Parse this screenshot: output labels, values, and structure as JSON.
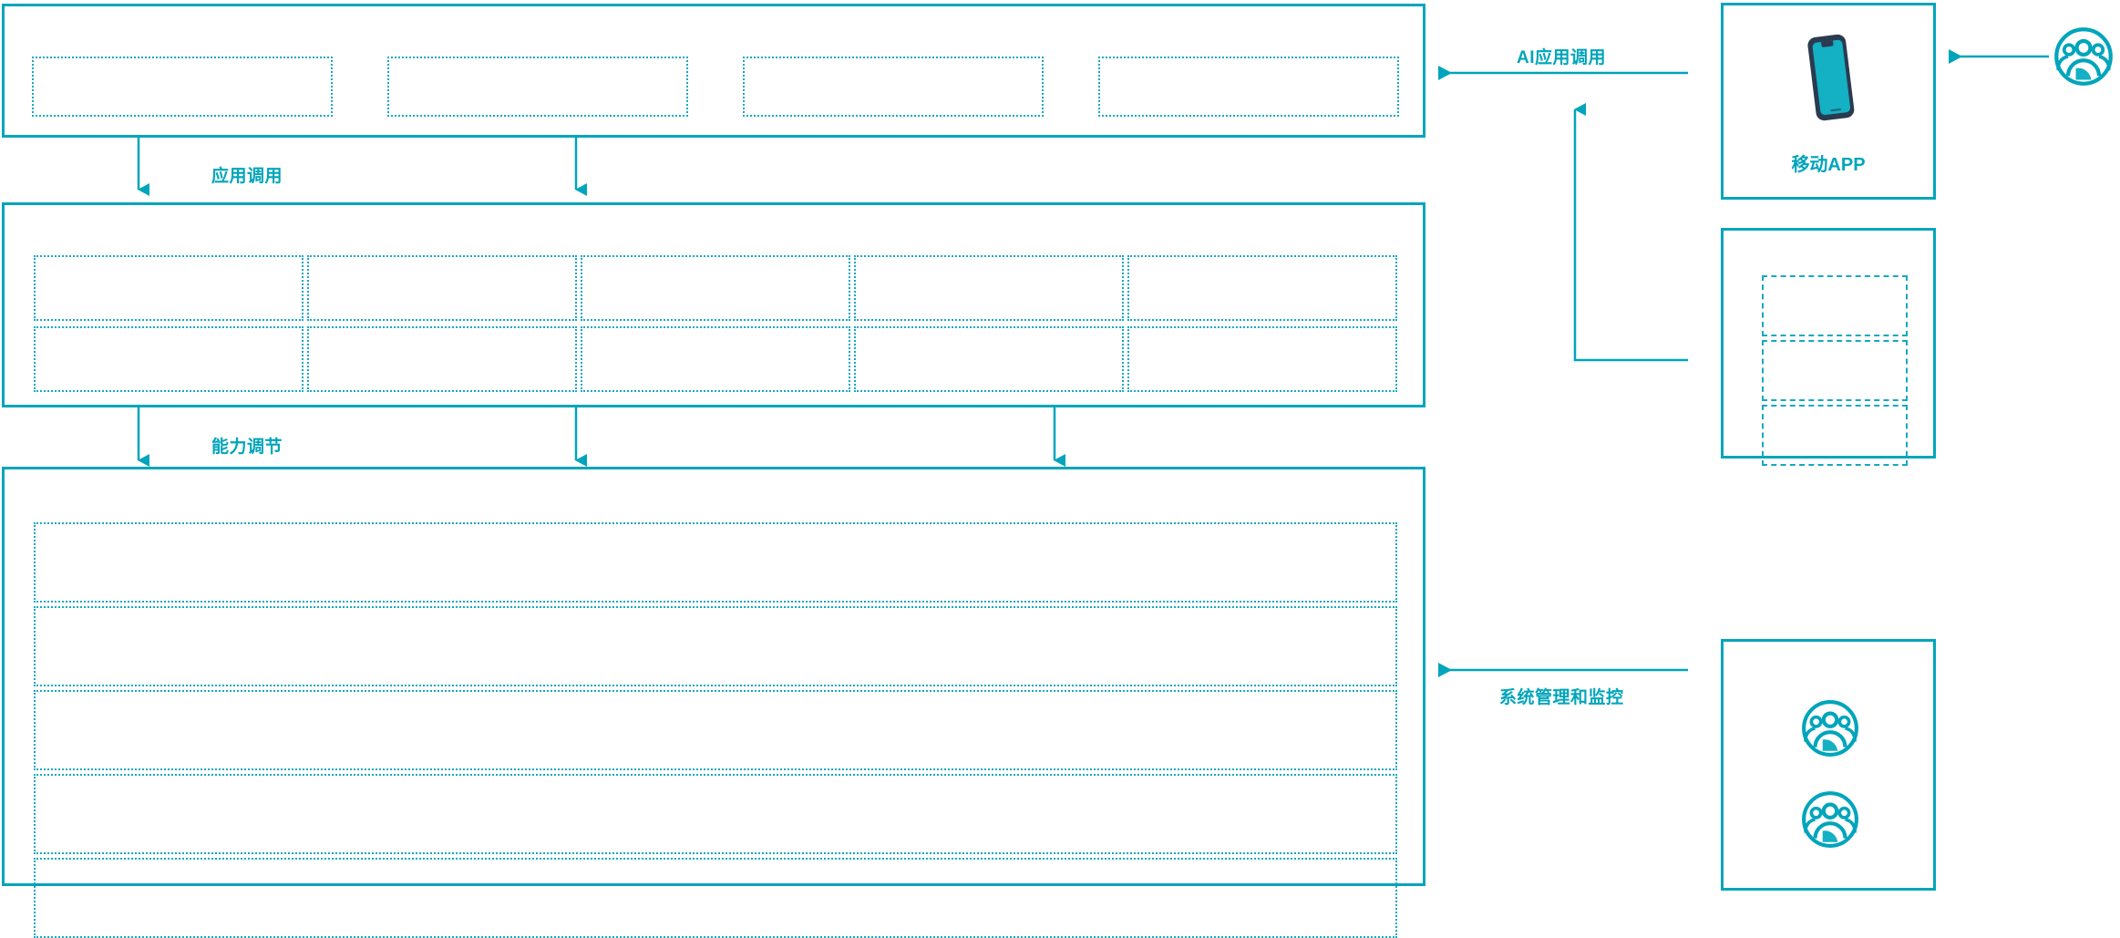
{
  "theme": {
    "accent": "#00a5bb",
    "accent_light": "#17a8c0",
    "phone_frame": "#2b3a4f",
    "phone_screen": "#14b0c4",
    "background": "#ffffff"
  },
  "diagram": {
    "type": "layered-architecture",
    "title": "",
    "layers": [
      {
        "id": "application-layer",
        "name": "application-layer",
        "box_count": 4,
        "boxes": [
          {
            "label": ""
          },
          {
            "label": ""
          },
          {
            "label": ""
          },
          {
            "label": ""
          }
        ]
      },
      {
        "id": "capability-layer",
        "name": "capability-layer",
        "columns": 5,
        "rows": 2,
        "boxes": [
          {
            "label": ""
          },
          {
            "label": ""
          },
          {
            "label": ""
          },
          {
            "label": ""
          },
          {
            "label": ""
          },
          {
            "label": ""
          },
          {
            "label": ""
          },
          {
            "label": ""
          },
          {
            "label": ""
          },
          {
            "label": ""
          }
        ]
      },
      {
        "id": "platform-layer",
        "name": "platform-layer",
        "rows": 5,
        "boxes": [
          {
            "label": ""
          },
          {
            "label": ""
          },
          {
            "label": ""
          },
          {
            "label": ""
          },
          {
            "label": ""
          }
        ]
      }
    ],
    "connectors": [
      {
        "id": "app-call",
        "label": "应用调用",
        "direction": "down",
        "arrow_count": 2
      },
      {
        "id": "capability-call",
        "label": "能力调节",
        "direction": "down",
        "arrow_count": 3
      },
      {
        "id": "ai-app-call",
        "label": "AI应用调用",
        "direction": "left",
        "arrow_count": 1
      },
      {
        "id": "sys-admin-call",
        "label": "系统管理和监控",
        "direction": "left",
        "arrow_count": 1
      }
    ],
    "side_panels": [
      {
        "id": "mobile-app-panel",
        "caption": "移动APP",
        "icon": "smartphone-icon",
        "box_count": 0
      },
      {
        "id": "channel-panel",
        "caption": "",
        "icon": "",
        "box_count": 3,
        "boxes": [
          {
            "label": ""
          },
          {
            "label": ""
          },
          {
            "label": ""
          }
        ]
      },
      {
        "id": "operations-panel",
        "caption": "",
        "icon": "user-group-icon",
        "icon_count": 2,
        "box_count": 0
      }
    ],
    "actors": [
      {
        "id": "end-user-actor",
        "icon": "user-group-icon",
        "label": ""
      }
    ]
  }
}
